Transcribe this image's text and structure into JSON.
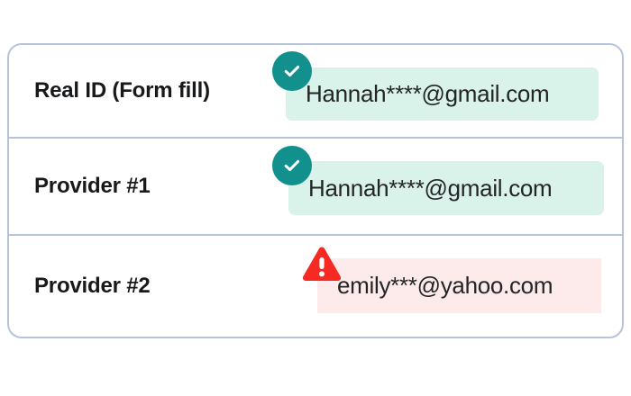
{
  "card": {
    "rows": [
      {
        "label": "Real ID (Form fill)",
        "value": "Hannah****@gmail.com",
        "status": "verified",
        "status_icon": "check-circle-icon",
        "chip_color": "#d9f2ea",
        "icon_color": "#11908e"
      },
      {
        "label": "Provider #1",
        "value": "Hannah****@gmail.com",
        "status": "verified",
        "status_icon": "check-circle-icon",
        "chip_color": "#d9f2ea",
        "icon_color": "#11908e"
      },
      {
        "label": "Provider #2",
        "value": "emily***@yahoo.com",
        "status": "mismatch",
        "status_icon": "warning-triangle-icon",
        "chip_color": "#fcebea",
        "icon_color": "#f62a22"
      }
    ],
    "border_color": "#b6c4db",
    "background": "#ffffff"
  }
}
